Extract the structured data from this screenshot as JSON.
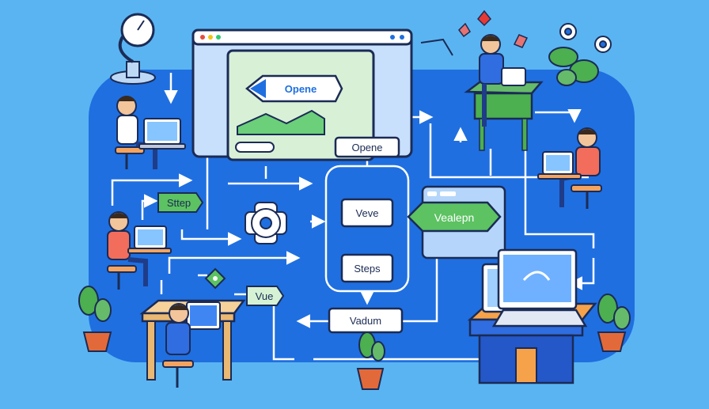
{
  "nodes": {
    "opene_arrow": "Opene",
    "opene_box": "Opene",
    "vue_arrow": "Vue",
    "steps": "Steps",
    "vadum": "Vadum",
    "vevve": "Veve",
    "sttep": "Sttep",
    "vealepn": "Vealepn"
  },
  "colors": {
    "background": "#5ab4f2",
    "board": "#1f6fe0",
    "node_fill": "#ffffff",
    "label_green": "#5cc262",
    "line": "#ffffff",
    "outline": "#1b2b55"
  },
  "icons": [
    "browser-window-icon",
    "gear-icon",
    "clock-lamp-icon",
    "plant-icon",
    "laptop-icon",
    "person-icon",
    "monitor-icon"
  ]
}
